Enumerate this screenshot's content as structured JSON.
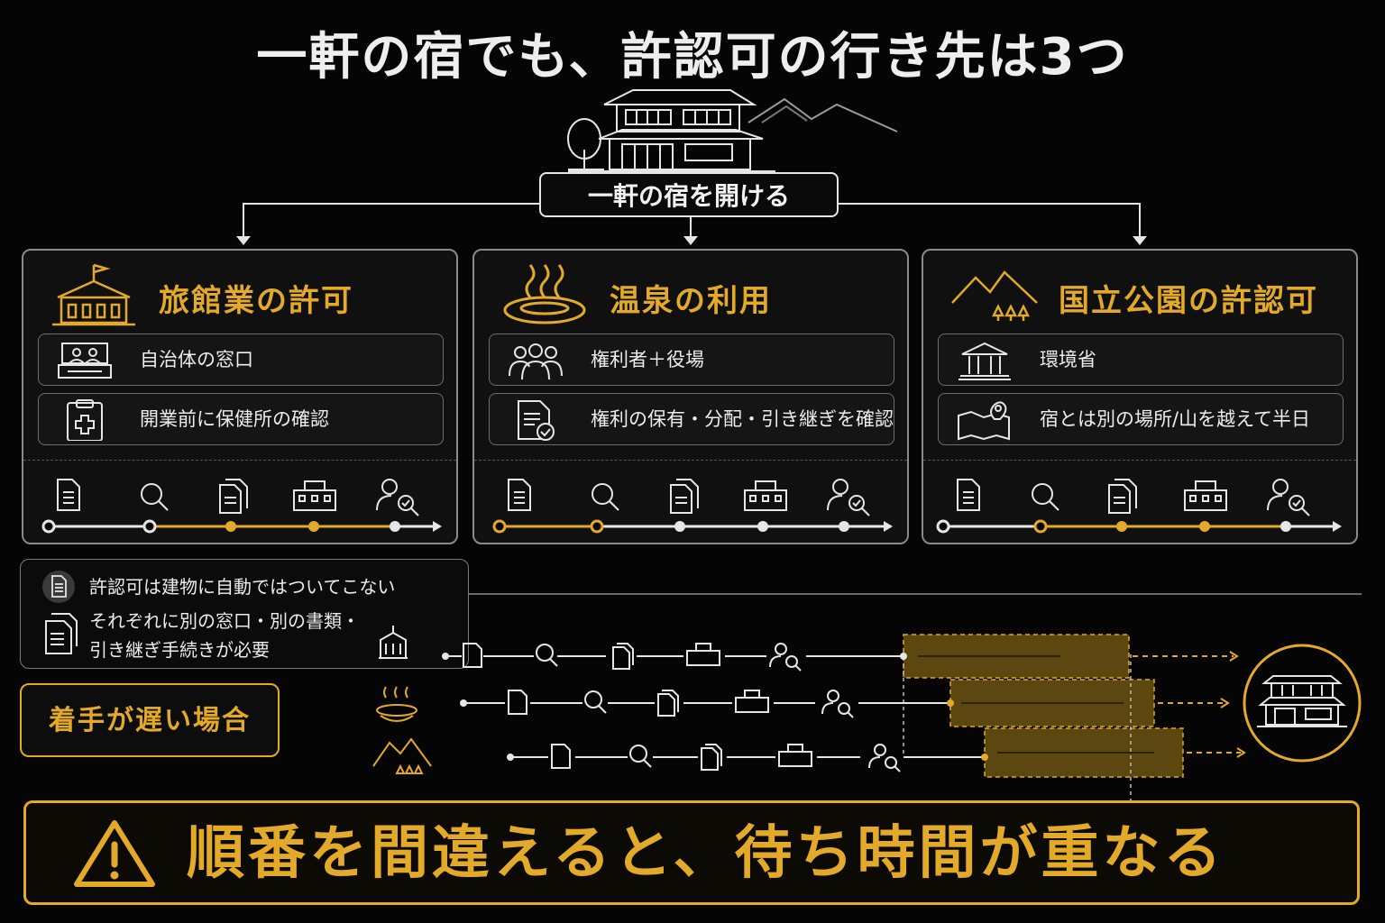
{
  "title": "一軒の宿でも、許認可の行き先は3つ",
  "root_label": "一軒の宿を開ける",
  "cards": [
    {
      "title": "旅館業の許可",
      "icon": "ryokan-building-icon",
      "rows": [
        {
          "icon": "counter-desk-icon",
          "text": "自治体の窓口"
        },
        {
          "icon": "medical-clipboard-icon",
          "text": "開業前に保健所の確認"
        }
      ]
    },
    {
      "title": "温泉の利用",
      "icon": "hot-spring-icon",
      "rows": [
        {
          "icon": "people-group-icon",
          "text": "権利者＋役場"
        },
        {
          "icon": "document-check-icon",
          "text": "権利の保有・分配・引き継ぎを確認"
        }
      ]
    },
    {
      "title": "国立公園の許認可",
      "icon": "mountain-forest-icon",
      "rows": [
        {
          "icon": "government-building-icon",
          "text": "環境省"
        },
        {
          "icon": "map-pin-icon",
          "text": "宿とは別の場所/山を越えて半日"
        }
      ]
    }
  ],
  "notes": {
    "line1": "許認可は建物に自動ではついてこない",
    "line2": "それぞれに別の窓口・別の書類・",
    "line3": "引き継ぎ手続きが必要"
  },
  "late_label": "着手が遅い場合",
  "warning": "順番を間違えると、待ち時間が重なる",
  "colors": {
    "accent": "#e3a928",
    "background": "#050505",
    "line": "#e6e6e6"
  }
}
